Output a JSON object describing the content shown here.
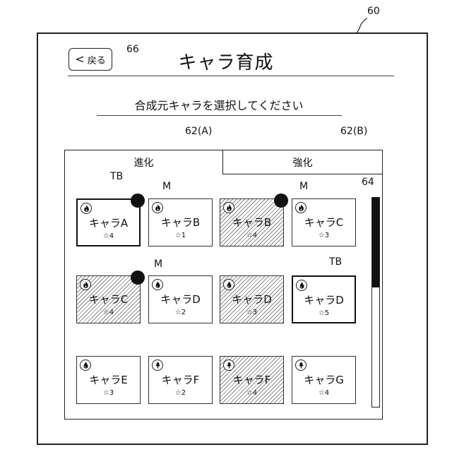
{
  "refs": {
    "screen": "60",
    "back": "66",
    "tab_a": "62(A)",
    "tab_b": "62(B)",
    "grid": "64",
    "tb": "TB",
    "m": "M"
  },
  "header": {
    "back_label": "戻る",
    "back_chevron": "<",
    "title": "キャラ育成"
  },
  "instruction": "合成元キャラを選択してください",
  "tabs": [
    {
      "label": "進化",
      "active": true
    },
    {
      "label": "強化",
      "active": false
    }
  ],
  "cards": [
    {
      "name": "キャラA",
      "stars": "☆4",
      "attr": "fire-icon",
      "selected": true,
      "used": false,
      "marker": true
    },
    {
      "name": "キャラB",
      "stars": "☆1",
      "attr": "fire-icon",
      "selected": false,
      "used": false,
      "marker": false
    },
    {
      "name": "キャラB",
      "stars": "☆4",
      "attr": "fire-icon",
      "selected": false,
      "used": true,
      "marker": true
    },
    {
      "name": "キャラC",
      "stars": "☆3",
      "attr": "fire-icon",
      "selected": false,
      "used": false,
      "marker": false
    },
    {
      "name": "キャラC",
      "stars": "☆4",
      "attr": "fire-icon",
      "selected": false,
      "used": true,
      "marker": true
    },
    {
      "name": "キャラD",
      "stars": "☆2",
      "attr": "water-icon",
      "selected": false,
      "used": false,
      "marker": false
    },
    {
      "name": "キャラD",
      "stars": "☆3",
      "attr": "water-icon",
      "selected": false,
      "used": true,
      "marker": false
    },
    {
      "name": "キャラD",
      "stars": "☆5",
      "attr": "water-icon",
      "selected": true,
      "used": false,
      "marker": false
    },
    {
      "name": "キャラE",
      "stars": "☆3",
      "attr": "water-icon",
      "selected": false,
      "used": false,
      "marker": false
    },
    {
      "name": "キャラF",
      "stars": "☆2",
      "attr": "tree-icon",
      "selected": false,
      "used": false,
      "marker": false
    },
    {
      "name": "キャラF",
      "stars": "☆4",
      "attr": "tree-icon",
      "selected": false,
      "used": true,
      "marker": false
    },
    {
      "name": "キャラG",
      "stars": "☆4",
      "attr": "tree-icon",
      "selected": false,
      "used": false,
      "marker": false
    }
  ],
  "scroll_position": 0.43
}
